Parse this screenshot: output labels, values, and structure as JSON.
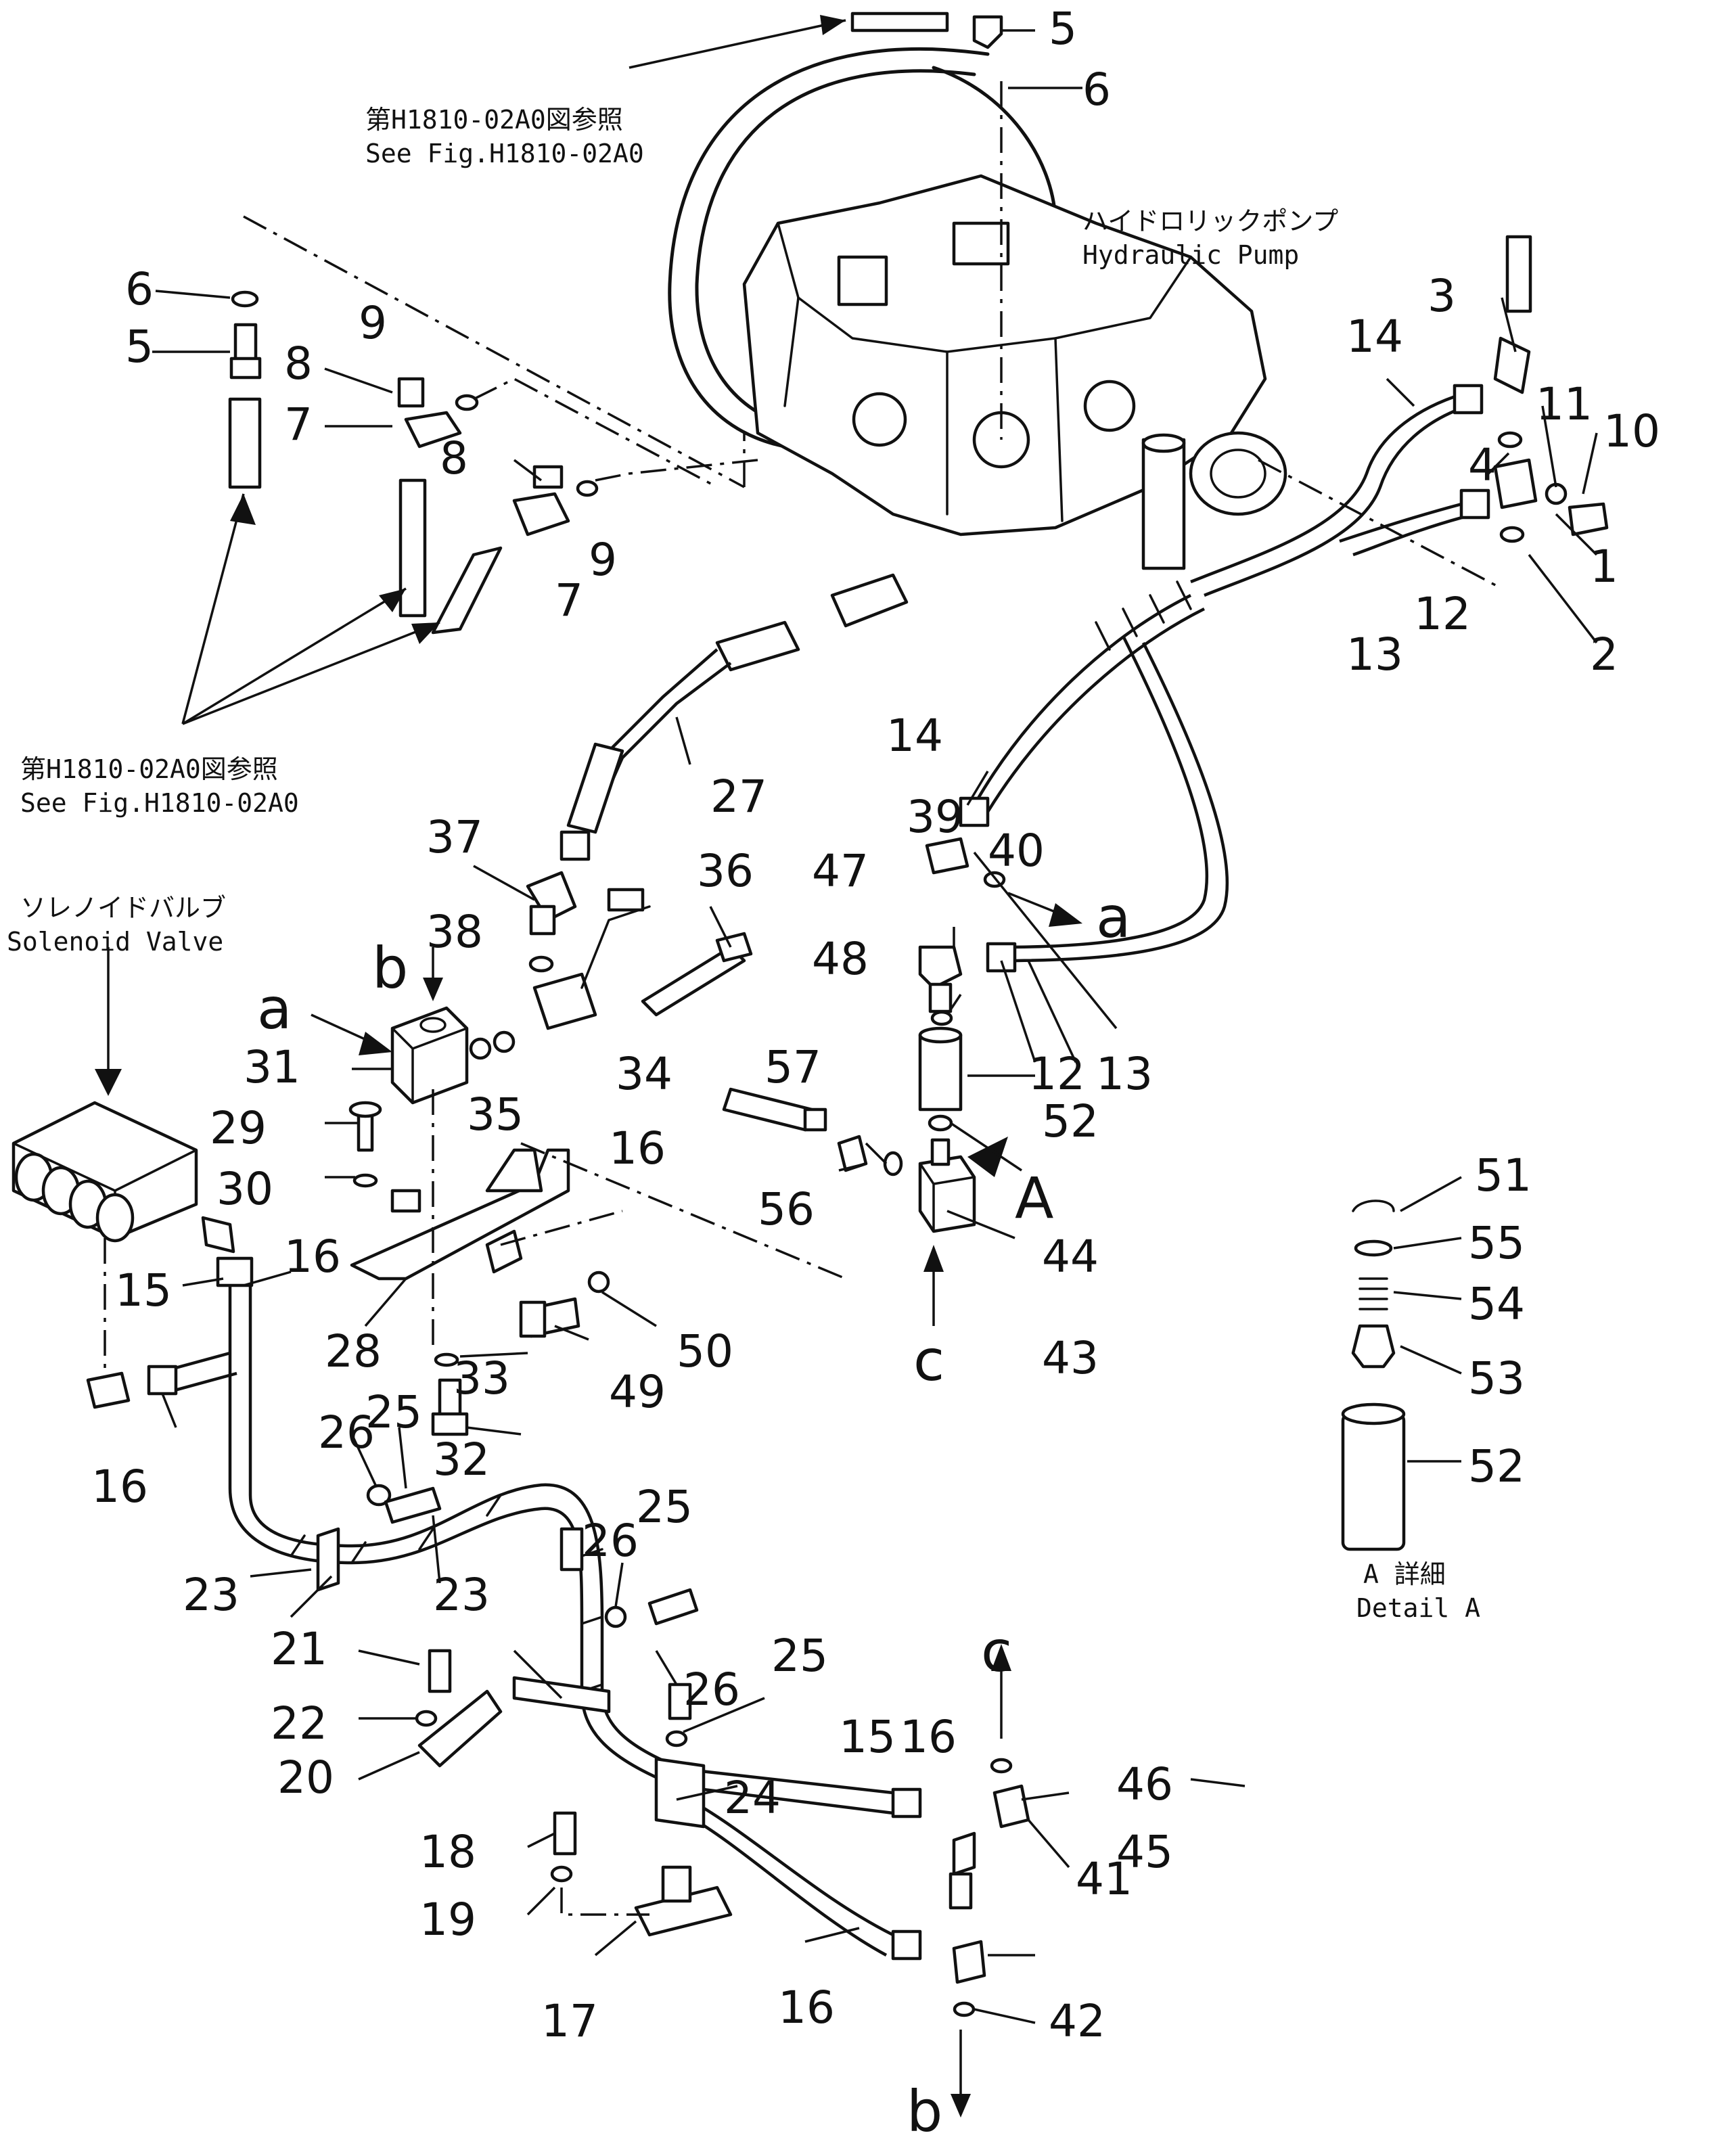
{
  "notes": {
    "ref_top_jp": "第H1810-02A0図参照",
    "ref_top_en": "See Fig.H1810-02A0",
    "ref_left_jp": "第H1810-02A0図参照",
    "ref_left_en": "See Fig.H1810-02A0",
    "pump_jp": "ハイドロリックポンプ",
    "pump_en": "Hydraulic Pump",
    "solenoid_jp": "ソレノイドバルブ",
    "solenoid_en": "Solenoid Valve",
    "detail_jp": "A 詳細",
    "detail_en": "Detail A"
  },
  "callouts": [
    "1",
    "2",
    "3",
    "4",
    "5",
    "5",
    "6",
    "6",
    "7",
    "7",
    "8",
    "8",
    "9",
    "9",
    "10",
    "11",
    "12",
    "12",
    "13",
    "13",
    "14",
    "14",
    "15",
    "15",
    "16",
    "16",
    "16",
    "16",
    "16",
    "17",
    "18",
    "19",
    "20",
    "21",
    "22",
    "23",
    "23",
    "24",
    "25",
    "25",
    "25",
    "26",
    "26",
    "26",
    "27",
    "28",
    "29",
    "30",
    "31",
    "32",
    "33",
    "34",
    "35",
    "36",
    "37",
    "38",
    "39",
    "40",
    "41",
    "42",
    "43",
    "44",
    "45",
    "46",
    "47",
    "48",
    "49",
    "50",
    "51",
    "52",
    "52",
    "53",
    "54",
    "55",
    "56",
    "57"
  ],
  "letters": {
    "a": "a",
    "b": "b",
    "c": "c",
    "A": "A"
  }
}
